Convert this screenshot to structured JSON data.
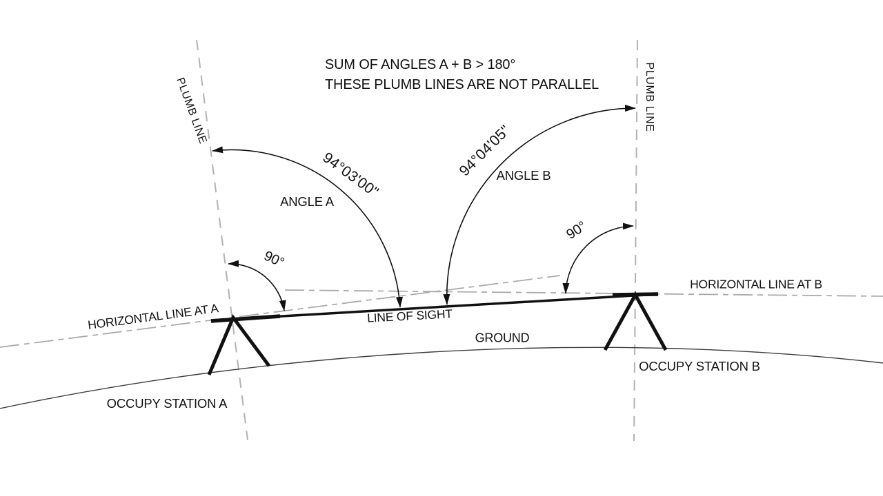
{
  "title": {
    "line1": "SUM OF ANGLES A + B > 180°",
    "line2": "THESE PLUMB LINES ARE NOT PARALLEL"
  },
  "labels": {
    "plumb_line_a": "PLUMB LINE",
    "plumb_line_b": "PLUMB LINE",
    "angle_a_value": "94°03'00\"",
    "angle_a_name": "ANGLE A",
    "angle_b_value": "94°04'05\"",
    "angle_b_name": "ANGLE B",
    "right_angle_a": "90°",
    "right_angle_b": "90°",
    "horizontal_a": "HORIZONTAL LINE AT A",
    "horizontal_b": "HORIZONTAL LINE AT B",
    "line_of_sight": "LINE OF SIGHT",
    "ground": "GROUND",
    "occupy_a": "OCCUPY STATION A",
    "occupy_b": "OCCUPY STATION B"
  },
  "colors": {
    "ink_black": "#111111",
    "construction_gray": "#b2b2b2",
    "ground_line": "#3c3c3c",
    "background": "#ffffff"
  }
}
